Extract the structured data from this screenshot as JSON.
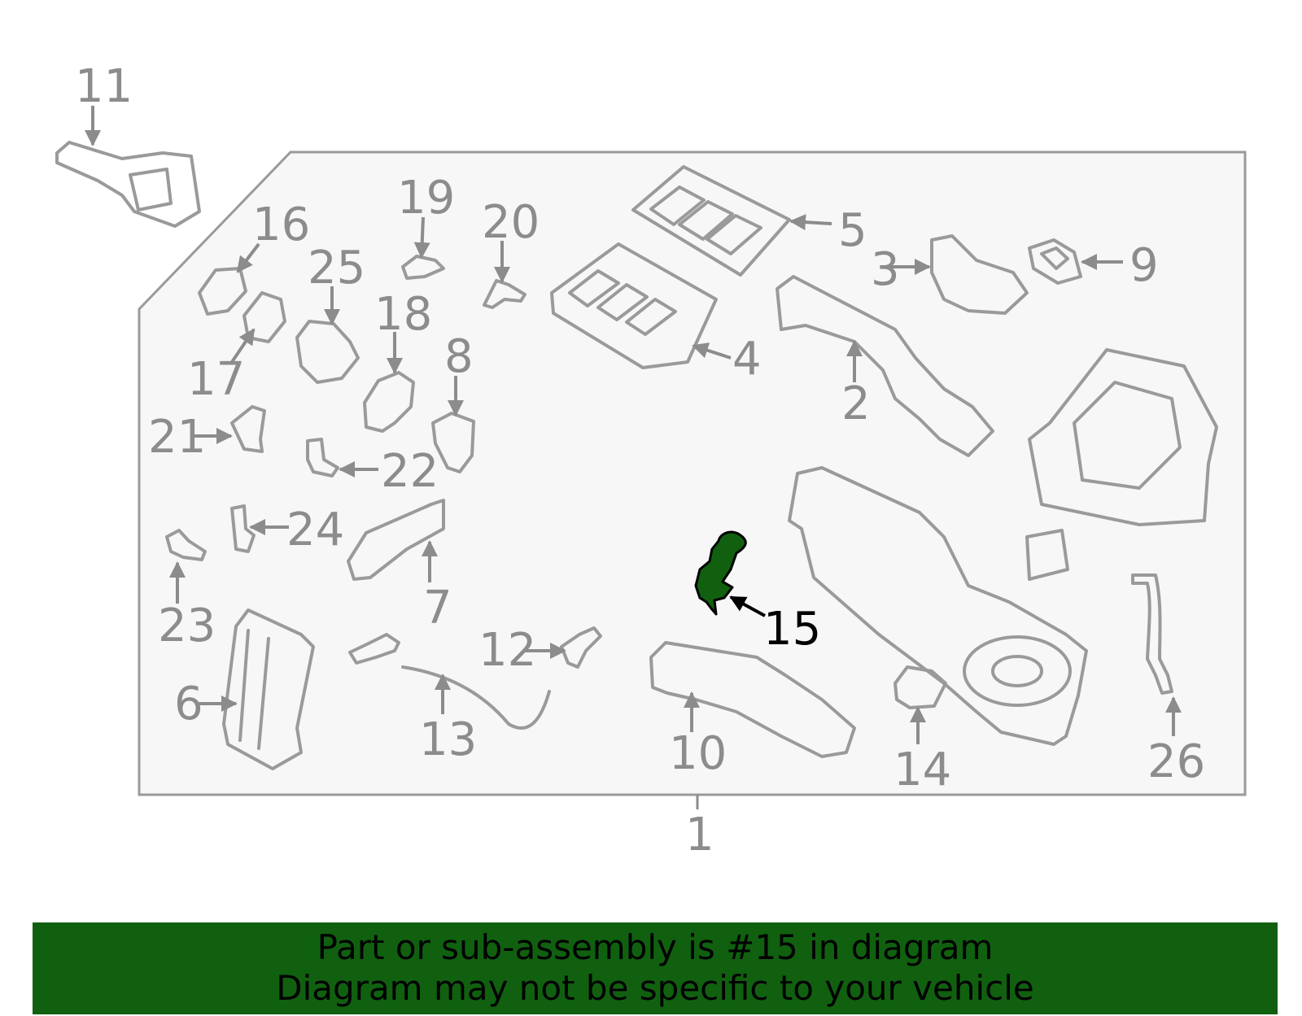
{
  "colors": {
    "panel_fill": "#f7f7f7",
    "panel_stroke": "#9a9a9a",
    "label": "#8c8c8c",
    "highlight_part": "#106010",
    "banner": "#106010",
    "highlight_label": "#000000"
  },
  "diagram": {
    "highlighted": "15",
    "callouts": [
      "11",
      "16",
      "19",
      "20",
      "5",
      "3",
      "9",
      "25",
      "18",
      "17",
      "8",
      "4",
      "2",
      "21",
      "22",
      "24",
      "7",
      "23",
      "15",
      "12",
      "6",
      "13",
      "10",
      "14",
      "26",
      "1"
    ]
  },
  "banner": {
    "line1": "Part or sub-assembly is #15 in diagram",
    "line2": "Diagram may not be specific to your vehicle"
  }
}
